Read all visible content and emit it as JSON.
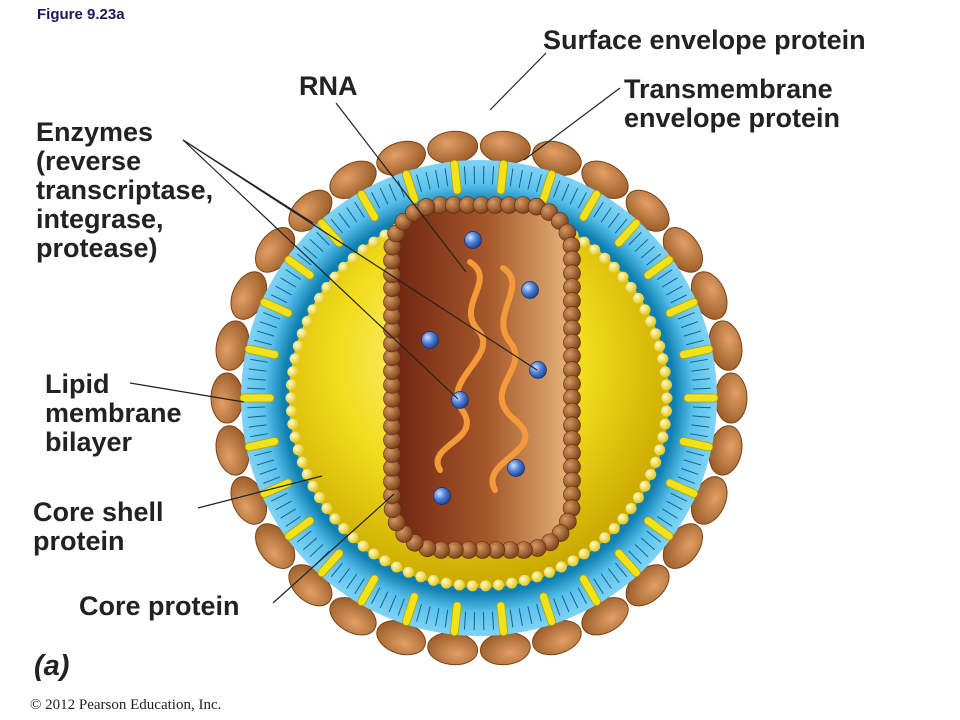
{
  "figure_label": "Figure 9.23a",
  "panel_letter": "(a)",
  "copyright": "© 2012 Pearson Education, Inc.",
  "labels": {
    "surface_envelope_protein": "Surface envelope protein",
    "rna": "RNA",
    "transmembrane_envelope_protein": "Transmembrane\nenvelope protein",
    "enzymes": "Enzymes\n(reverse\ntranscriptase,\nintegrase,\nprotease)",
    "lipid_membrane_bilayer": "Lipid\nmembrane\nbilayer",
    "core_shell_protein": "Core shell\nprotein",
    "core_protein": "Core protein"
  },
  "colors": {
    "envelope_knob": "#b8733a",
    "membrane": "#3aa8dd",
    "transmembrane": "#f2e21c",
    "matrix": "#e7cc12",
    "capsid_bead": "#9a5a2e",
    "core": "#8a3a18",
    "rna": "#f59a3a",
    "enzyme": "#3f6fc6",
    "leader": "#222222"
  }
}
